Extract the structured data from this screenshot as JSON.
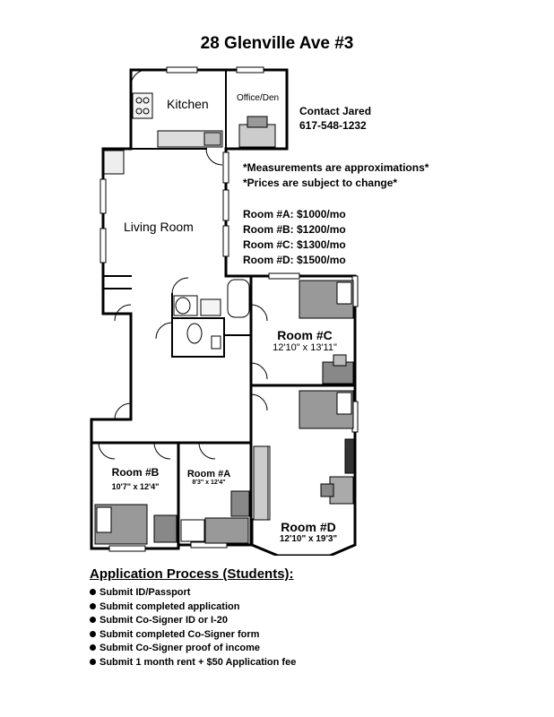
{
  "title": "28 Glenville Ave #3",
  "contact": {
    "line1": "Contact Jared",
    "phone": "617-548-1232"
  },
  "notes": [
    "*Measurements are approximations*",
    "*Prices are subject to change*"
  ],
  "prices": [
    "Room #A: $1000/mo",
    "Room #B: $1200/mo",
    "Room #C: $1300/mo",
    "Room #D: $1500/mo"
  ],
  "rooms": {
    "kitchen": "Kitchen",
    "office": "Office/Den",
    "living": "Living Room",
    "roomC": {
      "name": "Room #C",
      "size": "12'10\" x 13'11\""
    },
    "roomB": {
      "name": "Room #B",
      "size": "10'7\" x 12'4\""
    },
    "roomA": {
      "name": "Room #A",
      "size": "8'3\" x 12'4\""
    },
    "roomD": {
      "name": "Room #D",
      "size": "12'10\" x 19'3\""
    }
  },
  "application": {
    "title": "Application Process (Students):",
    "items": [
      "Submit ID/Passport",
      "Submit completed application",
      "Submit Co-Signer ID or I-20",
      "Submit completed Co-Signer form",
      "Submit Co-Signer proof of income",
      "Submit 1 month rent + $50 Application fee"
    ]
  }
}
